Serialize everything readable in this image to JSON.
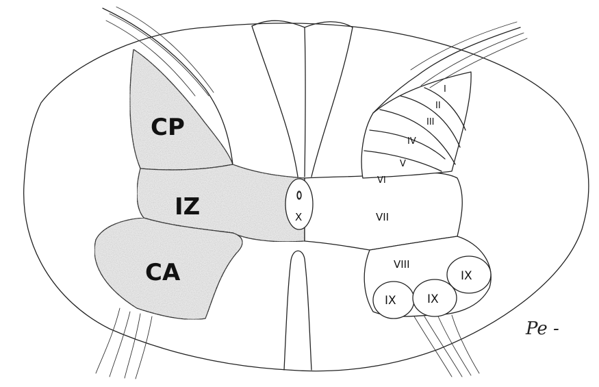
{
  "diagram": {
    "regions": {
      "cp": "CP",
      "iz": "IZ",
      "ca": "CA"
    },
    "laminae": {
      "i": "I",
      "ii": "II",
      "iii": "III",
      "iv": "IV",
      "v": "V",
      "vi": "VI",
      "vii": "VII",
      "viii": "VIII",
      "ix_1": "IX",
      "ix_2": "IX",
      "ix_3": "IX",
      "x": "X",
      "canal": "0"
    },
    "signature": "Pe -"
  },
  "colors": {
    "ink": "#222222",
    "shading": "#e7e7e7",
    "background": "#ffffff"
  }
}
